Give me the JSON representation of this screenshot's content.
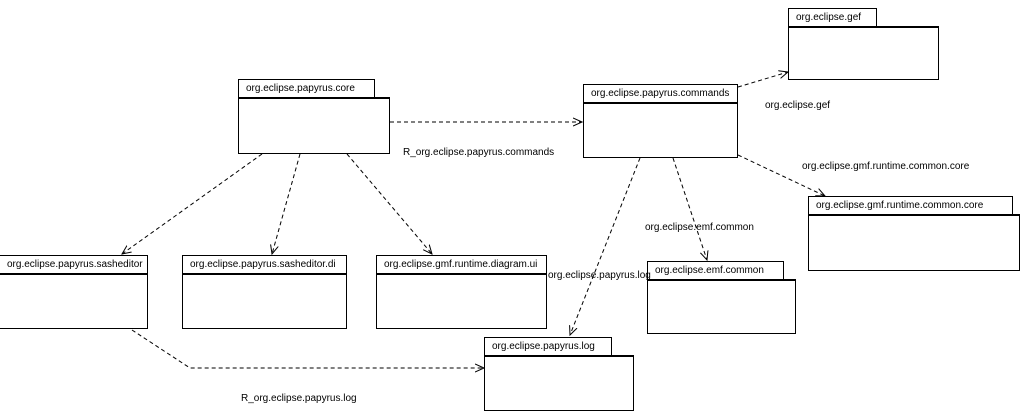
{
  "packages": {
    "core": "org.eclipse.papyrus.core",
    "commands": "org.eclipse.papyrus.commands",
    "gef": "org.eclipse.gef",
    "gmf_common_core": "org.eclipse.gmf.runtime.common.core",
    "sasheditor": "org.eclipse.papyrus.sasheditor",
    "sasheditor_di": "org.eclipse.papyrus.sasheditor.di",
    "gmf_diagram_ui": "org.eclipse.gmf.runtime.diagram.ui",
    "emf_common": "org.eclipse.emf.common",
    "log": "org.eclipse.papyrus.log"
  },
  "edge_labels": {
    "core_commands": "R_org.eclipse.papyrus.commands",
    "commands_gef": "org.eclipse.gef",
    "commands_gmf": "org.eclipse.gmf.runtime.common.core",
    "commands_emf": "org.eclipse.emf.common",
    "commands_log": "org.eclipse.papyrus.log",
    "sasheditor_log": "R_org.eclipse.papyrus.log"
  },
  "colors": {
    "line": "#000000",
    "background": "#ffffff"
  }
}
